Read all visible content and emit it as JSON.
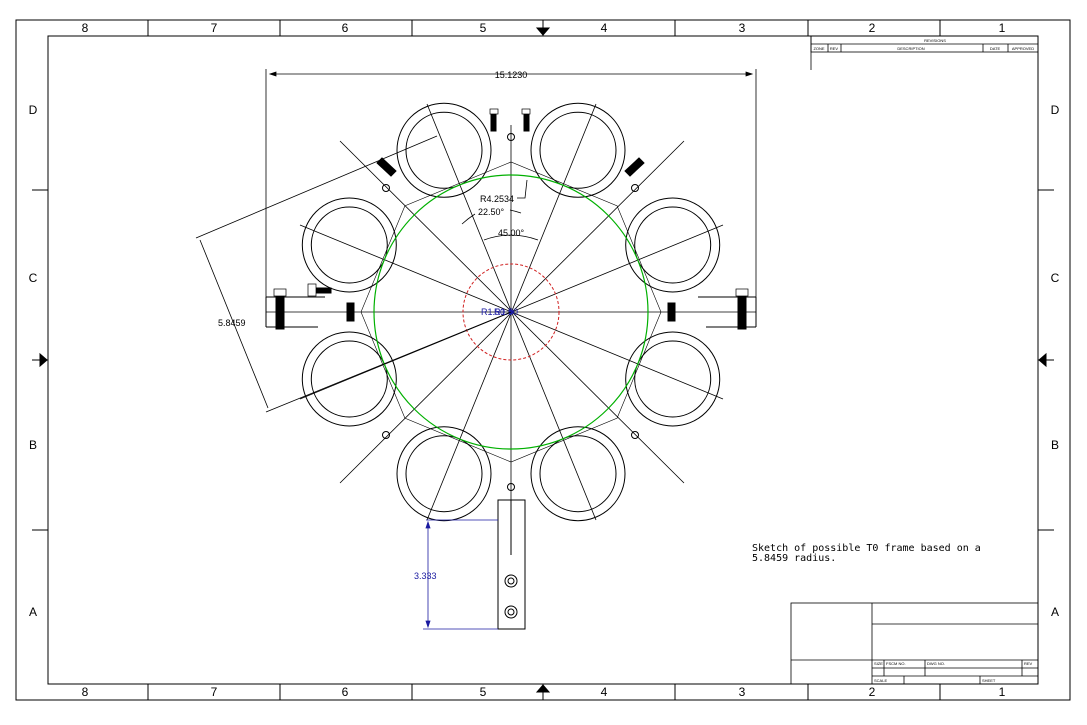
{
  "colors": {
    "outline": "#000000",
    "pitch_circle": "#00b000",
    "inner_circle": "#d02020",
    "dimension_blue": "#1a1aa0"
  },
  "border": {
    "top_zones": [
      "8",
      "7",
      "6",
      "5",
      "4",
      "3",
      "2",
      "1"
    ],
    "bottom_zones": [
      "8",
      "7",
      "6",
      "5",
      "4",
      "3",
      "2",
      "1"
    ],
    "left_zones": [
      "D",
      "C",
      "B",
      "A"
    ],
    "right_zones": [
      "D",
      "C",
      "B",
      "A"
    ]
  },
  "revision_block": {
    "title": "REVISIONS",
    "headers": [
      "ZONE",
      "REV",
      "DESCRIPTION",
      "DATE",
      "APPROVED"
    ]
  },
  "title_block": {
    "size_label": "SIZE",
    "fscm_label": "FSCM NO.",
    "dwg_label": "DWG NO.",
    "rev_label": "REV",
    "scale_label": "SCALE",
    "sheet_label": "SHEET"
  },
  "dimensions": {
    "overall_width": "15.1230",
    "pitch_radius": "R4.2534",
    "angle_small": "22.50°",
    "angle_large": "45.00°",
    "inner_radius_left": "R1.50",
    "inner_radius_right": "R1.50",
    "frame_radius": "5.8459",
    "stem_height": "3.333"
  },
  "note": {
    "line1": "Sketch of possible T0 frame based on a",
    "line2": "5.8459 radius."
  }
}
